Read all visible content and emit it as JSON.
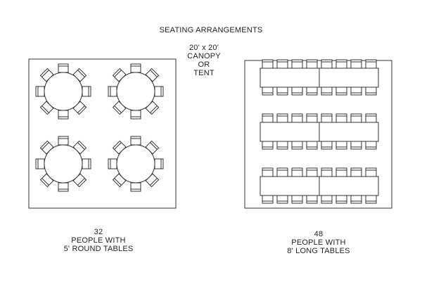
{
  "title": "SEATING ARRANGEMENTS",
  "tent": {
    "line1": "20' x 20'",
    "line2": "CANOPY",
    "line3": "OR",
    "line4": "TENT"
  },
  "round_layout": {
    "count": "32",
    "line2": "PEOPLE WITH",
    "line3": "5'  ROUND TABLES",
    "tables": 4,
    "chairs_per_table": 8
  },
  "long_layout": {
    "count": "48",
    "line2": "PEOPLE WITH",
    "line3": "8'  LONG TABLES",
    "table_rows": 3,
    "chairs_per_side": 8
  },
  "colors": {
    "line": "#333333",
    "background": "#ffffff"
  }
}
